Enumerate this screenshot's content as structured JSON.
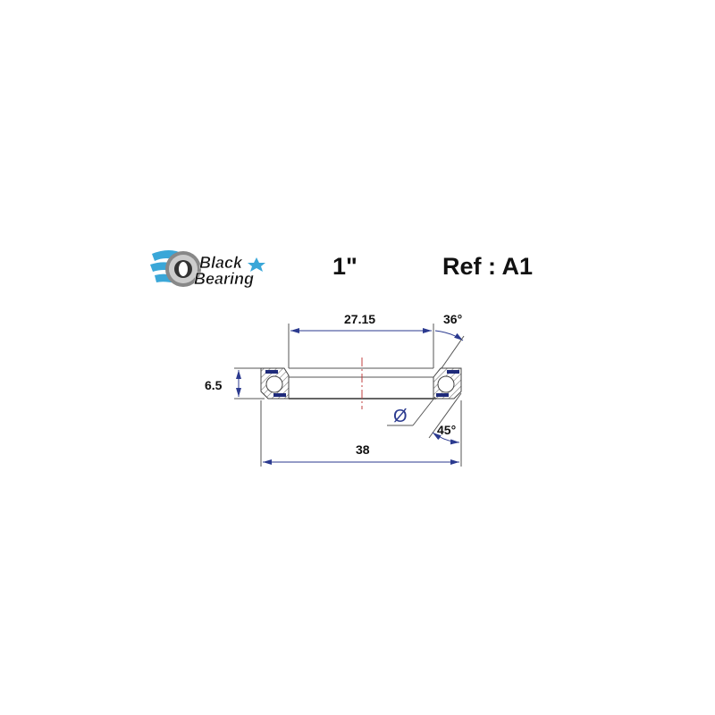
{
  "header": {
    "brand": {
      "line1": "Black",
      "line2": "Bearing"
    },
    "size": "1\"",
    "reference": "Ref : A1"
  },
  "dimensions": {
    "inner_diameter": "27.15",
    "outer_diameter": "38",
    "height": "6.5",
    "top_angle": "36°",
    "bottom_angle": "45°",
    "diameter_symbol": "Ø"
  },
  "colors": {
    "dimension_line": "#2b3a8f",
    "seal": "#1e2a7a",
    "centerline": "#c04040",
    "outline": "#555555"
  }
}
